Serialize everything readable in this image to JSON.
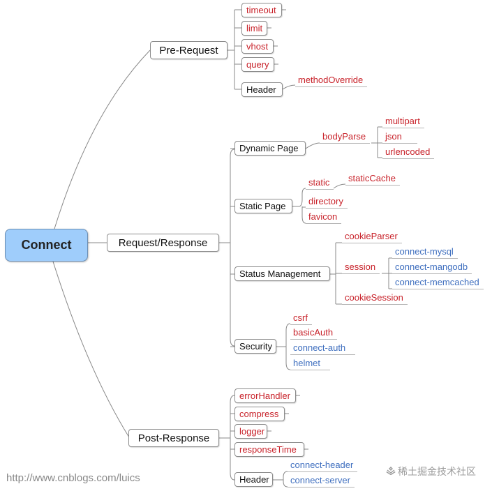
{
  "root": "Connect",
  "branches": {
    "pre_request": {
      "label": "Pre-Request",
      "children": [
        "timeout",
        "limit",
        "vhost",
        "query",
        "Header"
      ],
      "header_child": "methodOverride"
    },
    "request_response": {
      "label": "Request/Response",
      "dynamic_page": {
        "label": "Dynamic Page",
        "body_parse": "bodyParse",
        "children": [
          "multipart",
          "json",
          "urlencoded"
        ]
      },
      "static_page": {
        "label": "Static Page",
        "static": "static",
        "static_cache": "staticCache",
        "directory": "directory",
        "favicon": "favicon"
      },
      "status_management": {
        "label": "Status Management",
        "cookie_parser": "cookieParser",
        "session": "session",
        "session_stores": [
          "connect-mysql",
          "connect-mangodb",
          "connect-memcached"
        ],
        "cookie_session": "cookieSession"
      },
      "security": {
        "label": "Security",
        "children": [
          "csrf",
          "basicAuth",
          "connect-auth",
          "helmet"
        ]
      }
    },
    "post_response": {
      "label": "Post-Response",
      "children": [
        "errorHandler",
        "compress",
        "logger",
        "responseTime",
        "Header"
      ],
      "header_children": [
        "connect-header",
        "connect-server"
      ]
    }
  },
  "footer_url": "http://www.cnblogs.com/luics",
  "watermark": "稀土掘金技术社区",
  "colors": {
    "root_fill": "#9fcdfb",
    "red_text": "#c8222a",
    "blue_text": "#3f6fbf",
    "line": "#888888"
  },
  "icons": {
    "watermark": "juejin-logo-icon"
  }
}
